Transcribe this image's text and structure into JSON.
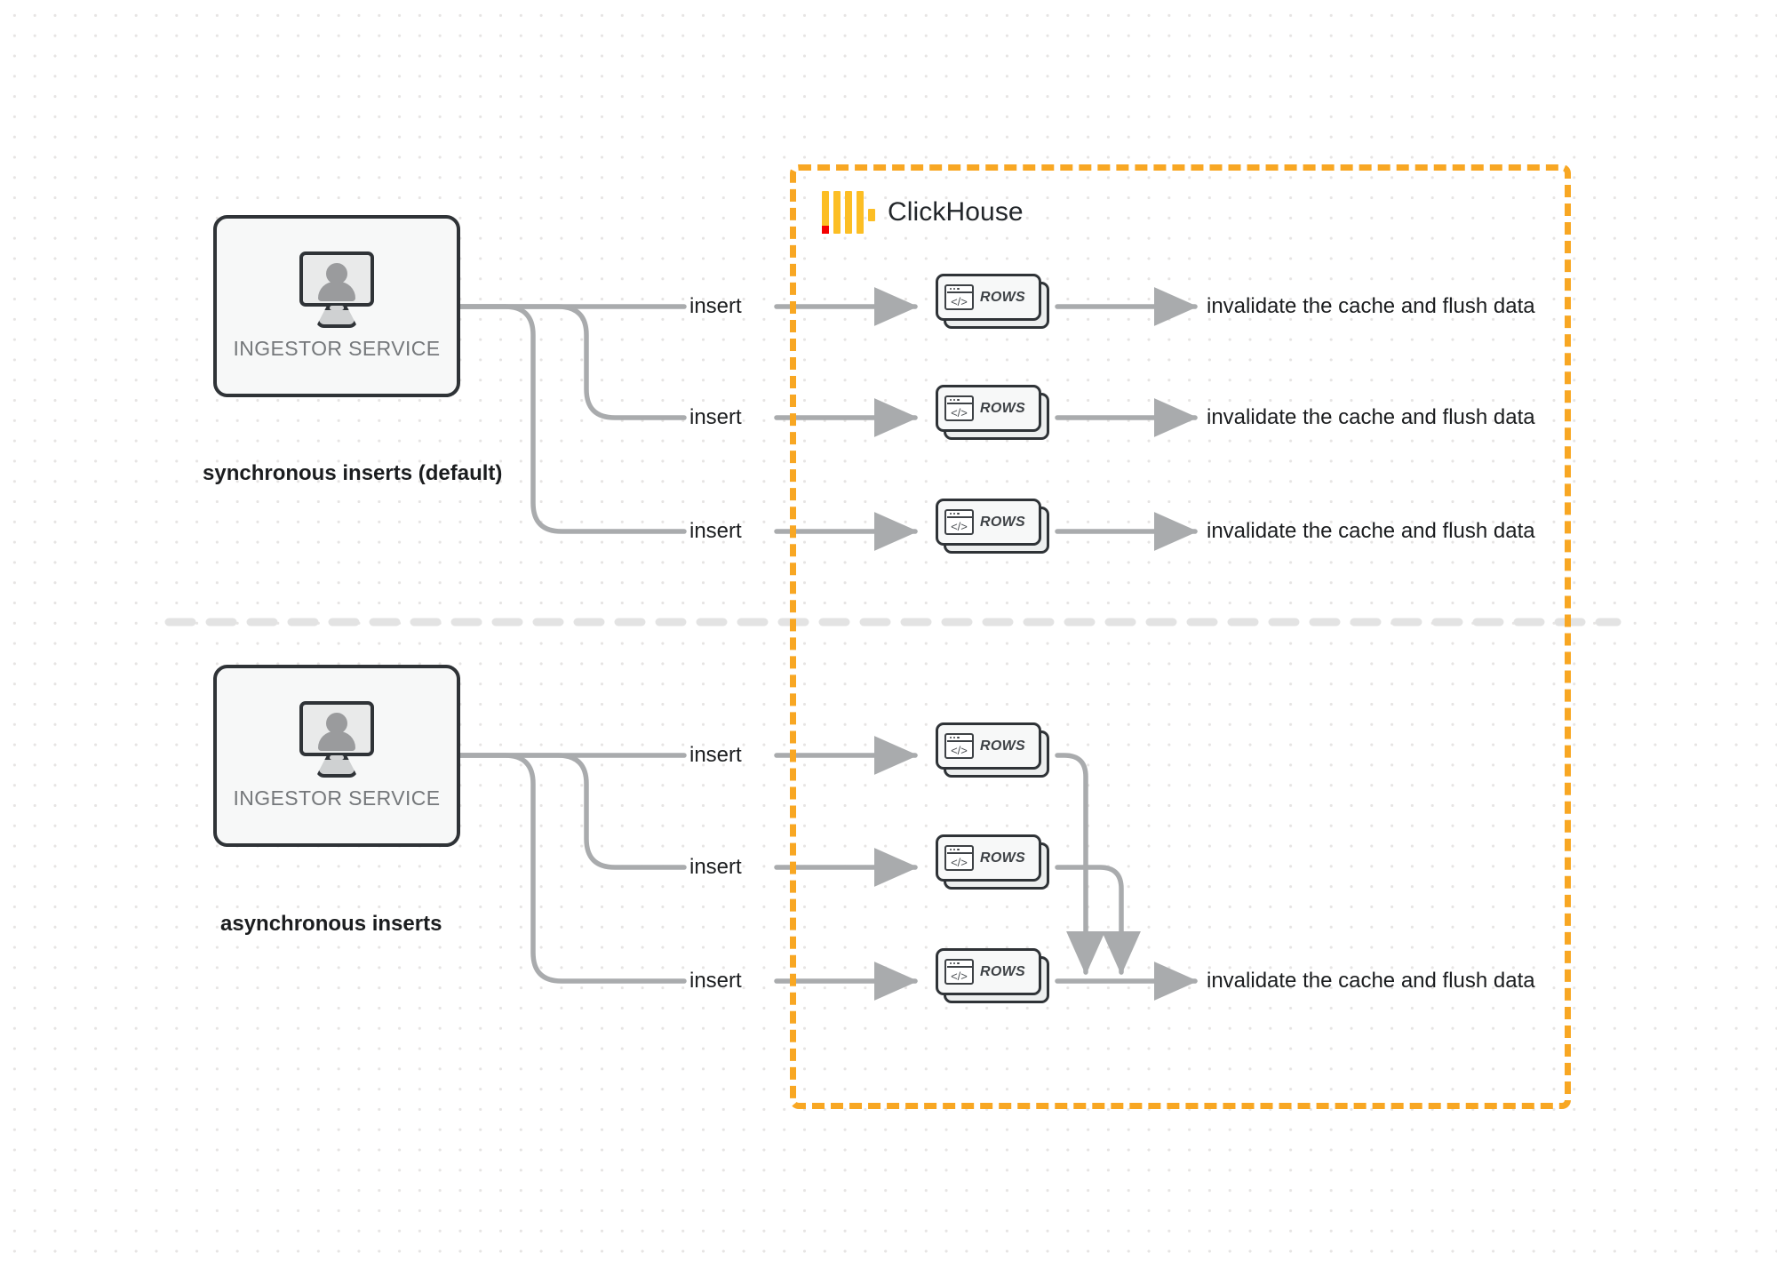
{
  "diagram": {
    "title": "ClickHouse synchronous vs asynchronous inserts",
    "background": "#ffffff",
    "accent_orange": "#f8a723",
    "wire_gray": "#a9abad",
    "node_border": "#2f3337"
  },
  "boundary": {
    "name": "ClickHouse",
    "style": "dashed",
    "color": "#f8a723"
  },
  "brand": {
    "wordmark": "ClickHouse",
    "logo_bar_color": "#fcbe24",
    "logo_accent_color": "#f40000"
  },
  "sections": [
    {
      "id": "synchronous",
      "caption": "synchronous inserts (default)",
      "source": {
        "label": "INGESTOR SERVICE",
        "icon": "user-monitor-icon"
      },
      "rows": [
        {
          "insert_label": "insert",
          "node_label": "ROWS",
          "node_icon": "code-window-icon",
          "result_label": "invalidate the cache and flush data"
        },
        {
          "insert_label": "insert",
          "node_label": "ROWS",
          "node_icon": "code-window-icon",
          "result_label": "invalidate the cache and flush data"
        },
        {
          "insert_label": "insert",
          "node_label": "ROWS",
          "node_icon": "code-window-icon",
          "result_label": "invalidate the cache and flush data"
        }
      ]
    },
    {
      "id": "asynchronous",
      "caption": "asynchronous inserts",
      "source": {
        "label": "INGESTOR SERVICE",
        "icon": "user-monitor-icon"
      },
      "rows": [
        {
          "insert_label": "insert",
          "node_label": "ROWS",
          "node_icon": "code-window-icon",
          "result_label": ""
        },
        {
          "insert_label": "insert",
          "node_label": "ROWS",
          "node_icon": "code-window-icon",
          "result_label": ""
        },
        {
          "insert_label": "insert",
          "node_label": "ROWS",
          "node_icon": "code-window-icon",
          "result_label": "invalidate the cache and flush data"
        }
      ],
      "merged_result_label": "invalidate the cache and flush data"
    }
  ],
  "code_glyph": "</>"
}
